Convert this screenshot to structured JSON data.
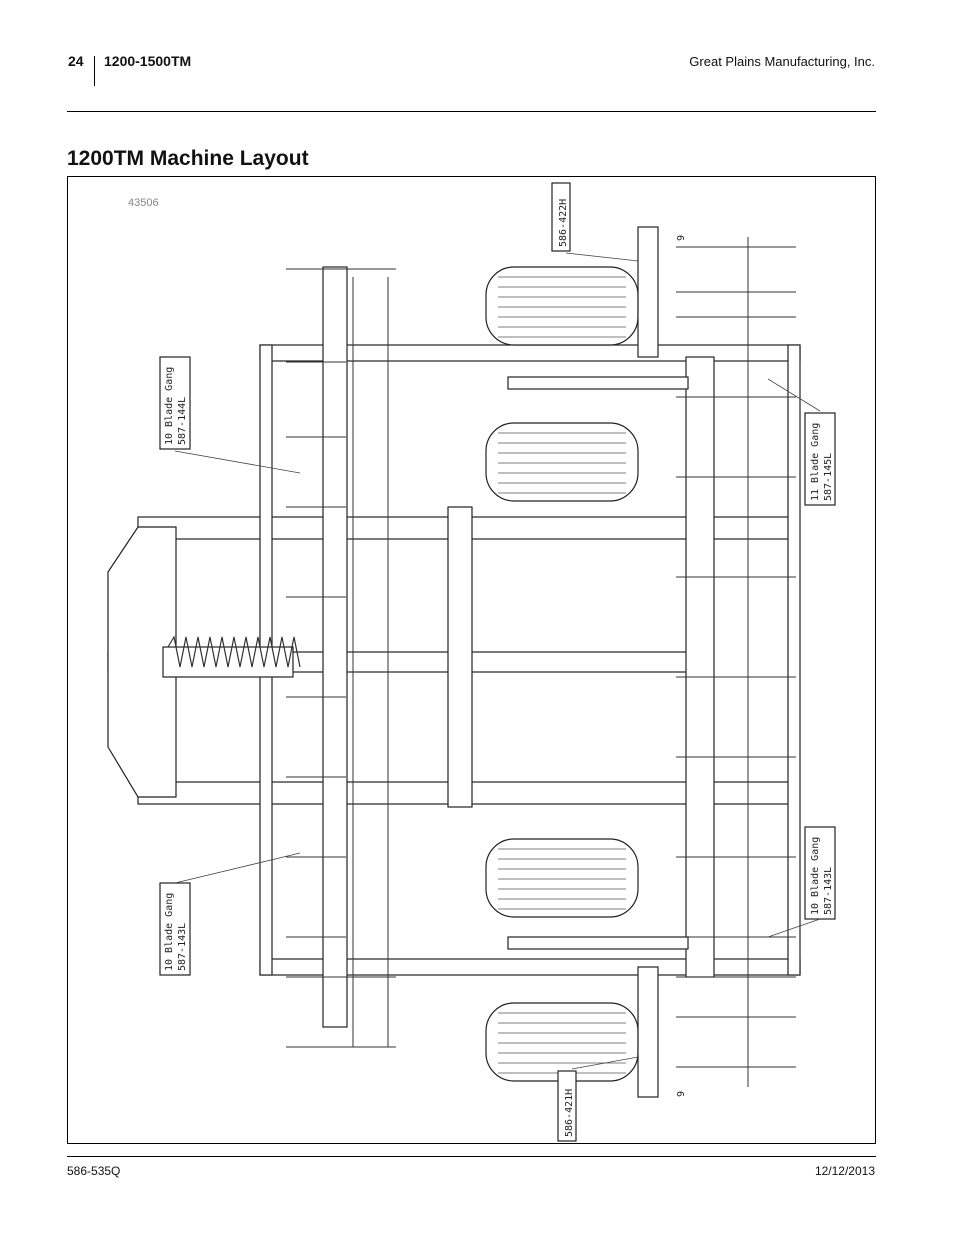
{
  "header": {
    "page_number": "24",
    "model": "1200-1500TM",
    "company": "Great Plains Manufacturing, Inc."
  },
  "title": "1200TM Machine Layout",
  "figure": {
    "id": "43506",
    "callouts": {
      "top_part": "586-422H",
      "left_upper_line1": "10 Blade Gang",
      "left_upper_line2": "587-144L",
      "right_upper_line1": "11 Blade Gang",
      "right_upper_line2": "587-145L",
      "left_lower_line1": "10 Blade Gang",
      "left_lower_line2": "587-143L",
      "right_lower_line1": "10 Blade Gang",
      "right_lower_line2": "587-143L",
      "bottom_part": "586-421H",
      "dim_top": "9",
      "dim_bottom": "9"
    }
  },
  "footer": {
    "doc_number": "586-535Q",
    "date": "12/12/2013"
  }
}
